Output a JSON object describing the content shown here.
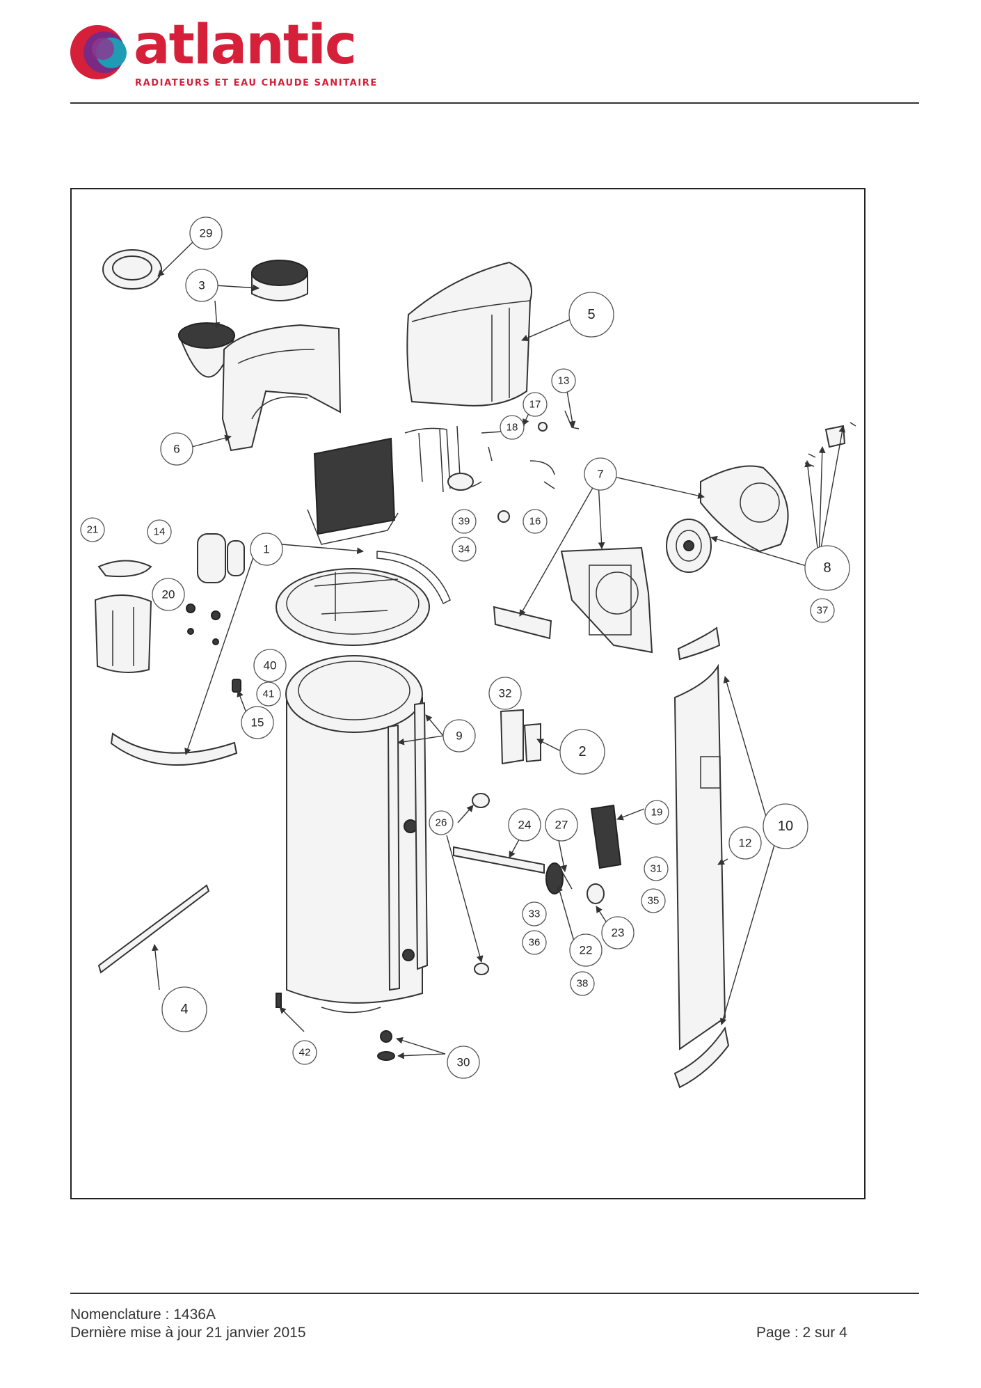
{
  "header": {
    "brand": "atlantic",
    "tagline": "RADIATEURS ET EAU CHAUDE SANITAIRE",
    "brand_color": "#d6203a"
  },
  "diagram": {
    "callouts": [
      "29",
      "3",
      "5",
      "6",
      "13",
      "17",
      "18",
      "7",
      "21",
      "14",
      "1",
      "39",
      "34",
      "16",
      "8",
      "37",
      "20",
      "40",
      "41",
      "15",
      "32",
      "9",
      "2",
      "19",
      "10",
      "12",
      "26",
      "24",
      "27",
      "31",
      "35",
      "33",
      "36",
      "23",
      "22",
      "38",
      "4",
      "42",
      "30"
    ]
  },
  "footer": {
    "nomenclature": "Nomenclature : 1436A",
    "updated": "Dernière mise à jour 21 janvier 2015",
    "page": "Page : 2 sur 4"
  }
}
